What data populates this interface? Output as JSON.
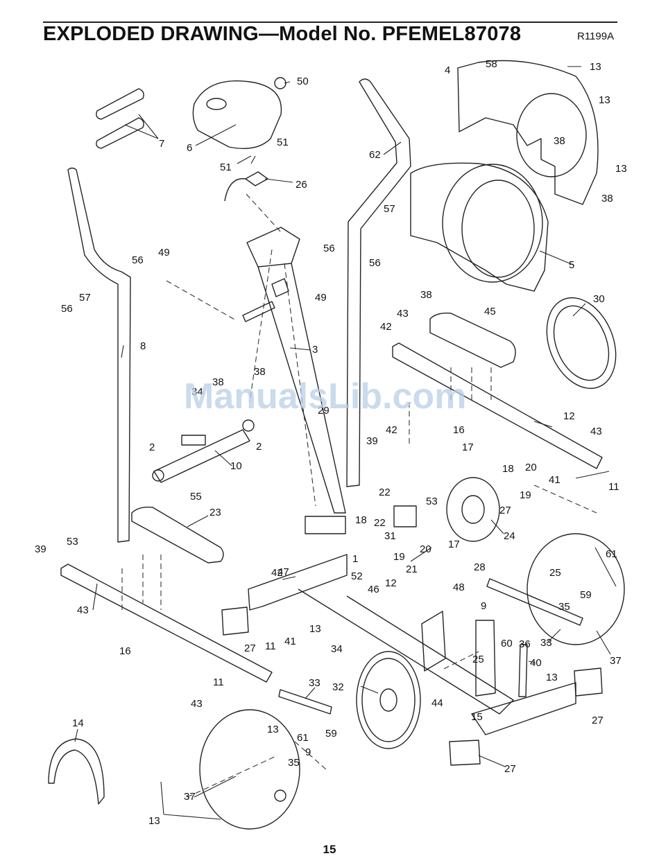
{
  "header": {
    "title": "EXPLODED DRAWING—Model No. PFEMEL87078",
    "code": "R1199A"
  },
  "watermark": "ManualsLib.com",
  "footer": {
    "page_number": "15"
  },
  "part_labels": [
    "58",
    "4",
    "13",
    "13",
    "13",
    "38",
    "38",
    "50",
    "6",
    "51",
    "51",
    "7",
    "26",
    "62",
    "57",
    "56",
    "56",
    "5",
    "38",
    "49",
    "56",
    "49",
    "57",
    "56",
    "8",
    "38",
    "38",
    "3",
    "43",
    "45",
    "42",
    "30",
    "34",
    "29",
    "12",
    "43",
    "2",
    "2",
    "10",
    "55",
    "39",
    "42",
    "16",
    "17",
    "18",
    "20",
    "41",
    "11",
    "19",
    "22",
    "53",
    "27",
    "22",
    "18",
    "17",
    "24",
    "23",
    "31",
    "53",
    "39",
    "42",
    "1",
    "19",
    "21",
    "20",
    "28",
    "47",
    "43",
    "12",
    "48",
    "46",
    "52",
    "25",
    "9",
    "59",
    "35",
    "61",
    "13",
    "34",
    "25",
    "36",
    "60",
    "33",
    "16",
    "27",
    "11",
    "41",
    "40",
    "13",
    "37",
    "32",
    "33",
    "11",
    "43",
    "44",
    "15",
    "27",
    "13",
    "59",
    "61",
    "35",
    "9",
    "27",
    "14",
    "37",
    "13"
  ]
}
